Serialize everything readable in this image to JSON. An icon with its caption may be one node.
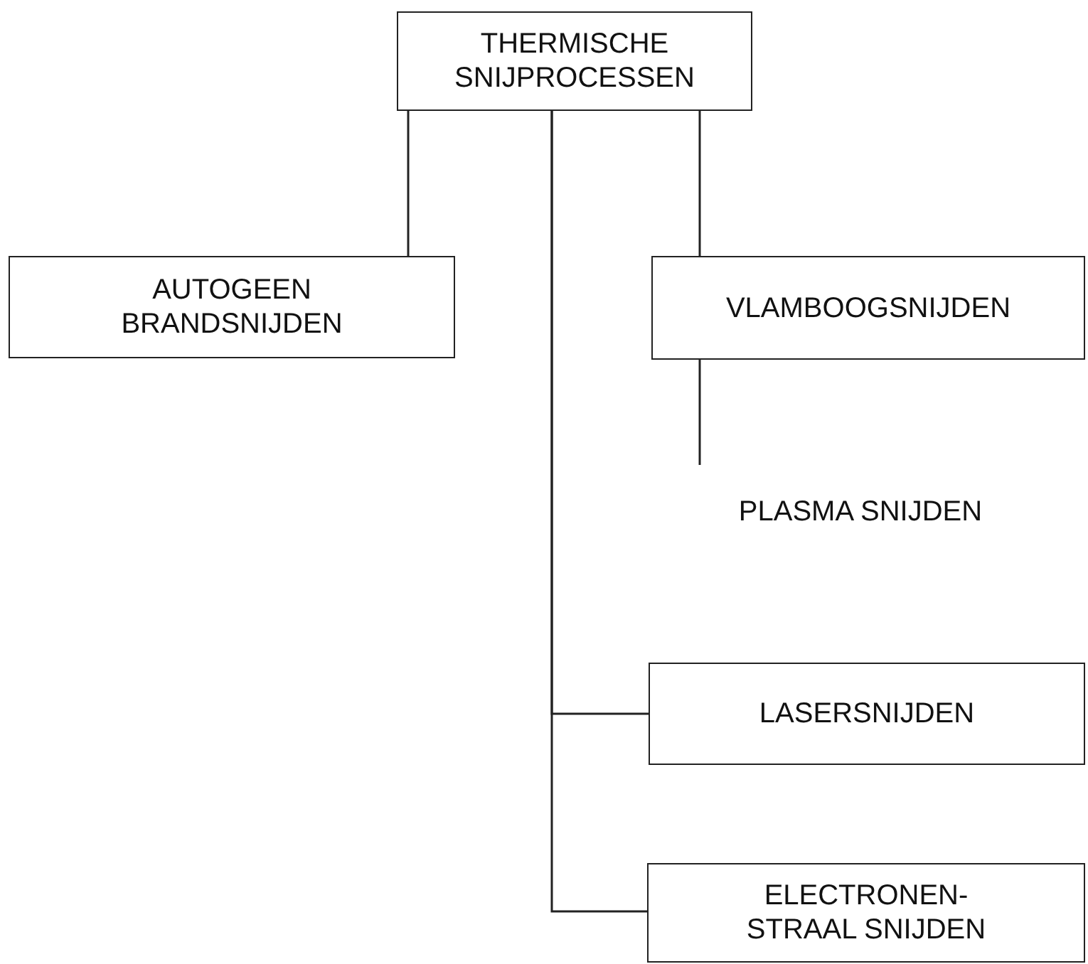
{
  "diagram": {
    "nodes": [
      {
        "text": [
          "THERMISCHE SNIJPROCESSEN"
        ]
      },
      {
        "text": [
          "AUTOGEEN BRANDSNIJDEN"
        ]
      },
      {
        "text": [
          "VLAMBOOGSNIJDEN"
        ]
      },
      {
        "text": [
          "PLASMA SNIJDEN"
        ]
      },
      {
        "text": [
          "LASERSNIJDEN"
        ]
      },
      {
        "text": [
          "ELECTRONEN- STRAAL SNIJDEN"
        ]
      }
    ],
    "edges": [
      {
        "from": 0,
        "to": 1,
        "arrow": "none"
      },
      {
        "from": 0,
        "to": 2,
        "arrow": "none"
      },
      {
        "from": 2,
        "to": 3,
        "arrow": "none"
      },
      {
        "from": 0,
        "to": 4,
        "arrow": "none"
      },
      {
        "from": 0,
        "to": 5,
        "arrow": "none"
      }
    ]
  }
}
